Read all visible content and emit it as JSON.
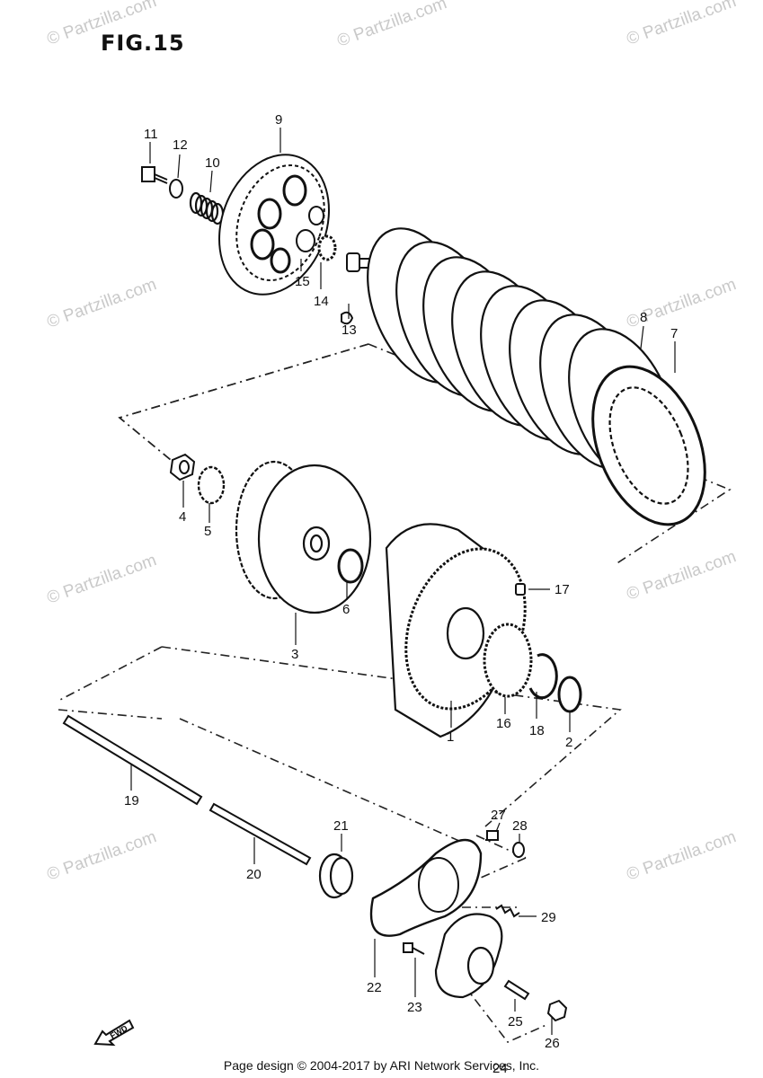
{
  "figure": {
    "title": "FIG.15"
  },
  "watermark": {
    "text": "© Partzilla.com"
  },
  "callouts": [
    {
      "id": "11",
      "label": "11"
    },
    {
      "id": "12",
      "label": "12"
    },
    {
      "id": "10",
      "label": "10"
    },
    {
      "id": "9",
      "label": "9"
    },
    {
      "id": "15",
      "label": "15"
    },
    {
      "id": "14",
      "label": "14"
    },
    {
      "id": "13",
      "label": "13"
    },
    {
      "id": "8",
      "label": "8"
    },
    {
      "id": "7",
      "label": "7"
    },
    {
      "id": "4",
      "label": "4"
    },
    {
      "id": "5",
      "label": "5"
    },
    {
      "id": "6",
      "label": "6"
    },
    {
      "id": "3",
      "label": "3"
    },
    {
      "id": "17",
      "label": "17"
    },
    {
      "id": "16",
      "label": "16"
    },
    {
      "id": "18",
      "label": "18"
    },
    {
      "id": "2",
      "label": "2"
    },
    {
      "id": "1",
      "label": "1"
    },
    {
      "id": "19",
      "label": "19"
    },
    {
      "id": "20",
      "label": "20"
    },
    {
      "id": "21",
      "label": "21"
    },
    {
      "id": "27",
      "label": "27"
    },
    {
      "id": "28",
      "label": "28"
    },
    {
      "id": "29",
      "label": "29"
    },
    {
      "id": "22",
      "label": "22"
    },
    {
      "id": "23",
      "label": "23"
    },
    {
      "id": "25",
      "label": "25"
    },
    {
      "id": "26",
      "label": "26"
    },
    {
      "id": "24",
      "label": "24"
    }
  ],
  "fwd_label": "FWD",
  "footer": {
    "text": "Page design © 2004-2017 by ARI Network Services, Inc."
  }
}
